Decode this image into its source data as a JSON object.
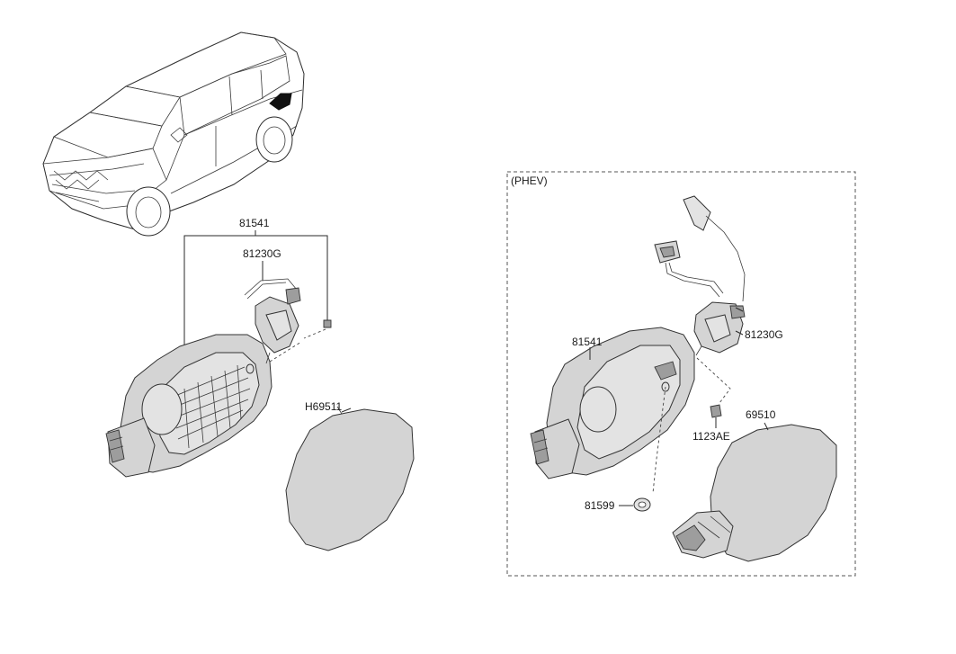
{
  "labels": {
    "left_81541": "81541",
    "left_81230G": "81230G",
    "left_H69511": "H69511",
    "phev_group": "(PHEV)",
    "right_81541": "81541",
    "right_81230G": "81230G",
    "right_69510": "69510",
    "right_1123AE": "1123AE",
    "right_81599": "81599"
  },
  "colors": {
    "part_fill": "#d4d4d4",
    "line": "#2a2a2a"
  }
}
